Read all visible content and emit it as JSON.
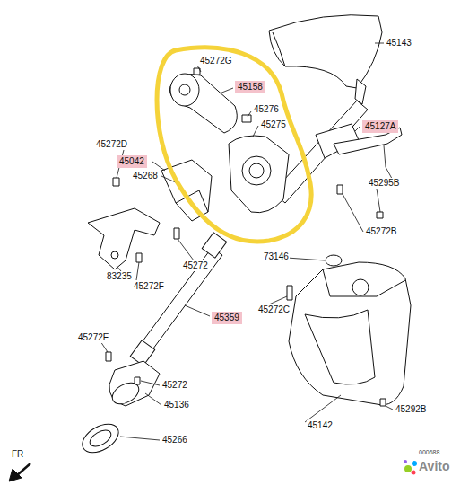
{
  "diagram": {
    "nodes": [
      {
        "text": [
          "45158"
        ]
      },
      {
        "text": [
          "45127A"
        ]
      },
      {
        "text": [
          "45042"
        ]
      },
      {
        "text": [
          "45359"
        ]
      }
    ],
    "labels": [
      "45143",
      "45272G",
      "45276",
      "45275",
      "45272D",
      "45268",
      "45295B",
      "45272B",
      "45272",
      "73146",
      "83235",
      "45272F",
      "45272C",
      "45272E",
      "45272",
      "45136",
      "45142",
      "45292B",
      "45266",
      "FR",
      "000688",
      "Avito"
    ]
  }
}
